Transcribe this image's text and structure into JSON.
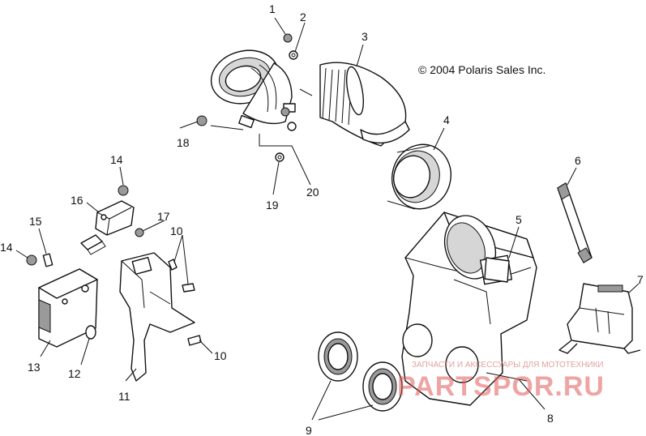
{
  "copyright": "© 2004 Polaris Sales Inc.",
  "watermark": {
    "tagline": "ЗАПЧАСТИ И АКСЕССУАРЫ ДЛЯ МОТОТЕХНИКИ",
    "brand": "PARTSPOR.RU"
  },
  "callouts": {
    "c1": "1",
    "c2": "2",
    "c3": "3",
    "c4": "4",
    "c5": "5",
    "c6": "6",
    "c7": "7",
    "c8": "8",
    "c9": "9",
    "c10a": "10",
    "c10b": "10",
    "c11": "11",
    "c12": "12",
    "c13": "13",
    "c14a": "14",
    "c14b": "14",
    "c15": "15",
    "c16": "16",
    "c17": "17",
    "c18": "18",
    "c19": "19",
    "c20": "20"
  },
  "colors": {
    "line": "#111111",
    "watermark": "#e35a5a"
  }
}
